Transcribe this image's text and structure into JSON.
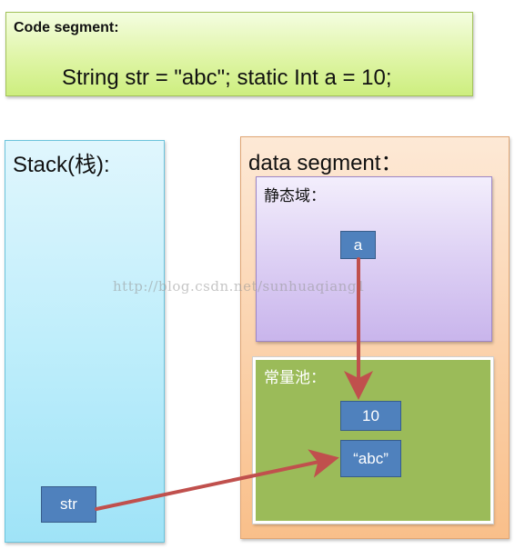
{
  "code_segment": {
    "title": "Code segment:",
    "code": "String str = \"abc\";  static Int a = 10;"
  },
  "stack": {
    "title": "Stack(栈):",
    "variable": "str"
  },
  "data_segment": {
    "title": "data segment：",
    "static_area": {
      "title": "静态域：",
      "variable": "a"
    },
    "constant_pool": {
      "title": "常量池：",
      "values": [
        "10",
        "“abc”"
      ]
    }
  },
  "watermark": "http://blog.csdn.net/sunhuaqiang1",
  "colors": {
    "arrow": "#c0504d",
    "node_fill": "#4f81bd",
    "constant_pool_fill": "#9bbb59"
  }
}
